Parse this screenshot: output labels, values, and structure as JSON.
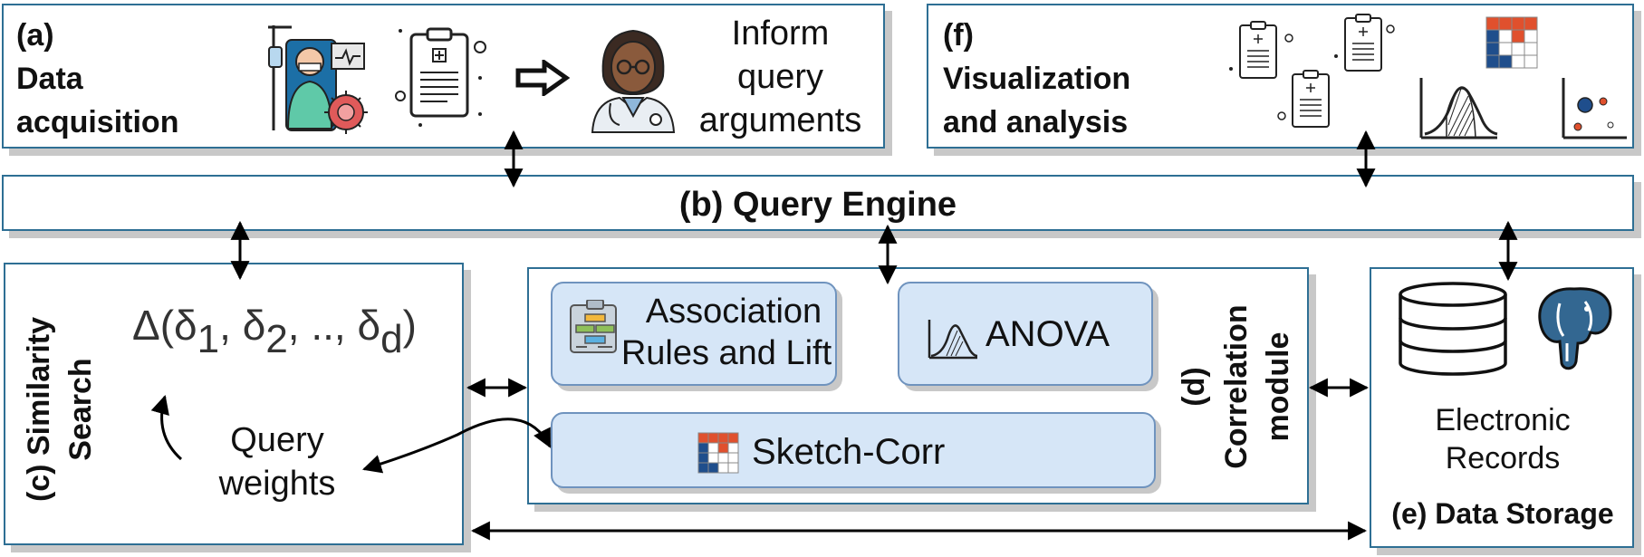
{
  "panels": {
    "a": {
      "tag": "(a)",
      "title_line1": "Data",
      "title_line2": "acquisition",
      "inform_line1": "Inform",
      "inform_line2": "query",
      "inform_line3": "arguments"
    },
    "f": {
      "tag": "(f)",
      "title_line1": "Visualization",
      "title_line2": "and analysis"
    },
    "b": {
      "title": "(b) Query Engine"
    },
    "c": {
      "title_line1": "(c) Similarity",
      "title_line2": "Search",
      "formula_base": "Δ(δ",
      "formula_sub1": "1",
      "formula_sep1": ", δ",
      "formula_sub2": "2",
      "formula_sep2": ", .., δ",
      "formula_subd": "d",
      "formula_end": ")",
      "weights_line1": "Query",
      "weights_line2": "weights"
    },
    "d": {
      "title_line1": "(d)",
      "title_line2": "Correlation",
      "title_line3": "module",
      "assoc_line1": "Association",
      "assoc_line2": "Rules and Lift",
      "anova": "ANOVA",
      "sketch": "Sketch-Corr"
    },
    "e": {
      "records_line1": "Electronic",
      "records_line2": "Records",
      "title": "(e) Data Storage"
    }
  },
  "colors": {
    "border": "#2e6f94",
    "inner_fill": "#d6e6f7",
    "inner_border": "#6f93be",
    "shadow": "#c8c8c8",
    "heat_red": "#e0502d",
    "heat_blue": "#1f4e8c"
  }
}
